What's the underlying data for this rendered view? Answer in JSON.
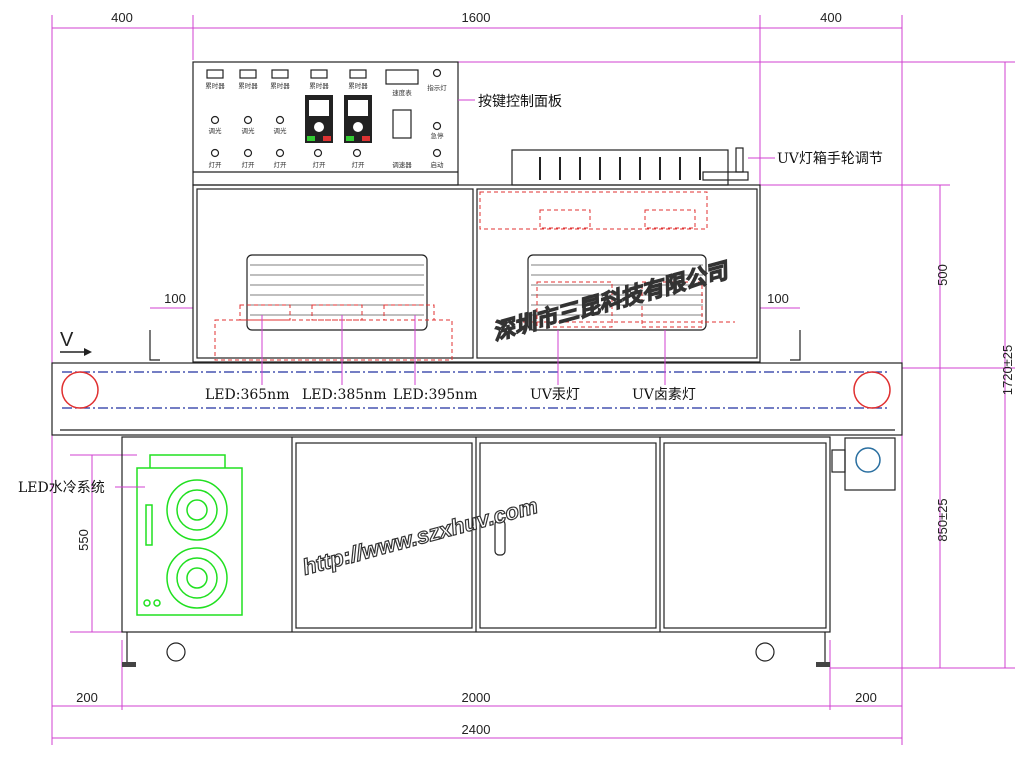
{
  "dimensions": {
    "top": [
      "400",
      "1600",
      "400"
    ],
    "bottom": [
      "200",
      "2000",
      "200"
    ],
    "total_width": "2400",
    "side_gap_left": "100",
    "side_gap_right": "100",
    "right_upper": "500",
    "right_lower": "850±25",
    "right_total": "1720±25",
    "left_chiller": "550",
    "conveyor_direction": "V"
  },
  "control_panel": {
    "timers": [
      "累时器",
      "累时器",
      "累时器",
      "累时器",
      "累时器"
    ],
    "speed_meter": "速度表",
    "indicator": "指示灯",
    "dimmers": [
      "调光",
      "调光",
      "调光"
    ],
    "emergency_stop": "急停",
    "lamp_switches": [
      "灯开",
      "灯开",
      "灯开",
      "灯开",
      "灯开"
    ],
    "speed_controller": "调速器",
    "start": "启动"
  },
  "callouts": {
    "control_panel": "按键控制面板",
    "handwheel": "UV灯箱手轮调节",
    "led365": "LED:365nm",
    "led385": "LED:385nm",
    "led395": "LED:395nm",
    "uv_mercury": "UV汞灯",
    "uv_halogen": "UV卤素灯",
    "chiller": "LED水冷系统"
  },
  "watermark": {
    "company": "深圳市三昆科技有限公司",
    "url": "http://www.szxhuv.com"
  }
}
